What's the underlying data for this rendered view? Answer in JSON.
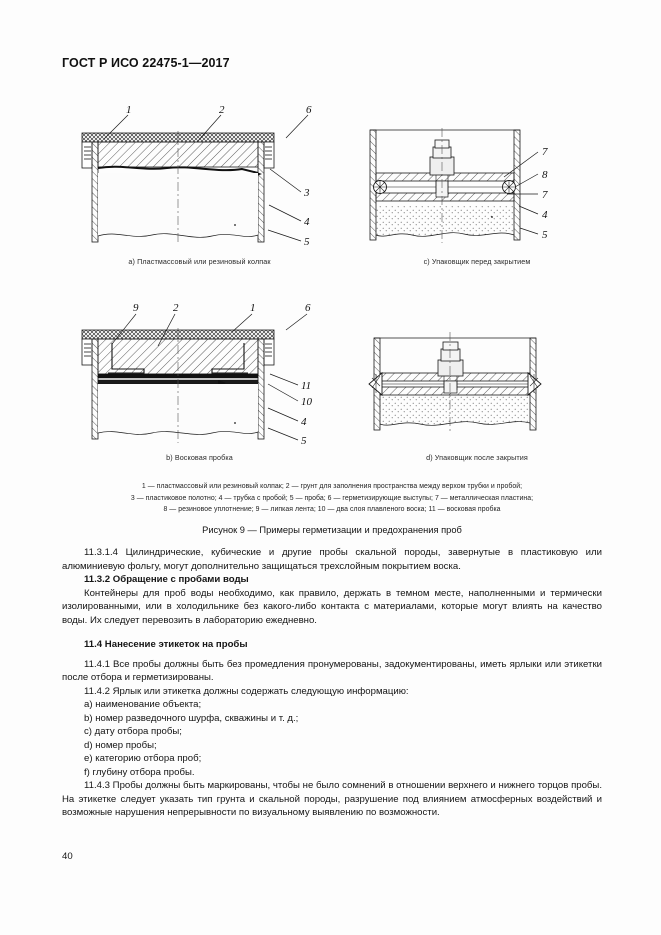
{
  "document": {
    "header": "ГОСТ Р ИСО 22475-1—2017",
    "page_number": "40"
  },
  "figure": {
    "title": "Рисунок 9 — Примеры герметизации и предохранения проб",
    "diagrams": [
      {
        "key": "a",
        "caption": "a) Пластмассовый или резиновый колпак",
        "labels": [
          "1",
          "2",
          "6",
          "3",
          "4",
          "5"
        ]
      },
      {
        "key": "c",
        "caption": "c) Упаковщик перед закрытием",
        "labels": [
          "7",
          "8",
          "7",
          "4",
          "5"
        ]
      },
      {
        "key": "b",
        "caption": "b) Восковая пробка",
        "labels": [
          "9",
          "2",
          "1",
          "6",
          "11",
          "10",
          "4",
          "5"
        ]
      },
      {
        "key": "d",
        "caption": "d) Упаковщик после закрытия",
        "labels": []
      }
    ],
    "legend_lines": [
      "1 — пластмассовый или резиновый колпак; 2 — грунт для заполнения пространства между верхом трубки и пробой;",
      "3 — пластиковое полотно; 4 — трубка с пробой; 5 — проба; 6 — герметизирующие выступы; 7 — металлическая пластина;",
      "8 — резиновое уплотнение; 9 — липкая лента; 10 — два слоя плавленого воска; 11 — восковая пробка"
    ]
  },
  "body": {
    "para_11_3_1_4": "11.3.1.4 Цилиндрические, кубические и другие пробы скальной породы, завернутые в пластиковую или алюминиевую фольгу, могут дополнительно защищаться трехслойным покрытием воска.",
    "heading_11_3_2": "11.3.2 Обращение с пробами воды",
    "para_11_3_2": "Контейнеры для проб воды необходимо, как правило, держать в темном месте, наполненными и термически изолированными, или в холодильнике без какого-либо контакта с материалами, которые могут влиять на качество воды. Их следует перевозить в лабораторию ежедневно.",
    "heading_11_4": "11.4 Нанесение этикеток на пробы",
    "para_11_4_1": "11.4.1 Все пробы должны быть без промедления пронумерованы, задокументированы, иметь ярлыки или этикетки после отбора и герметизированы.",
    "para_11_4_2": "11.4.2 Ярлык или этикетка должны содержать следующую информацию:",
    "list_11_4_2": [
      "a) наименование объекта;",
      "b) номер разведочного шурфа, скважины и т. д.;",
      "c) дату отбора пробы;",
      "d) номер пробы;",
      "e) категорию отбора проб;",
      "f) глубину отбора пробы."
    ],
    "para_11_4_3": "11.4.3 Пробы должны быть маркированы, чтобы не было сомнений в отношении верхнего и нижнего торцов пробы. На этикетке следует указать тип грунта и скальной породы, разрушение под влиянием атмосферных воздействий и возможные нарушения непрерывности по визуальному выявлению по возможности."
  },
  "colors": {
    "page_background": "#fdfdfd",
    "text": "#151515",
    "line": "#1a1a1a",
    "fill_soil": "#f2f2f2",
    "fill_sample": "#fafafa"
  }
}
